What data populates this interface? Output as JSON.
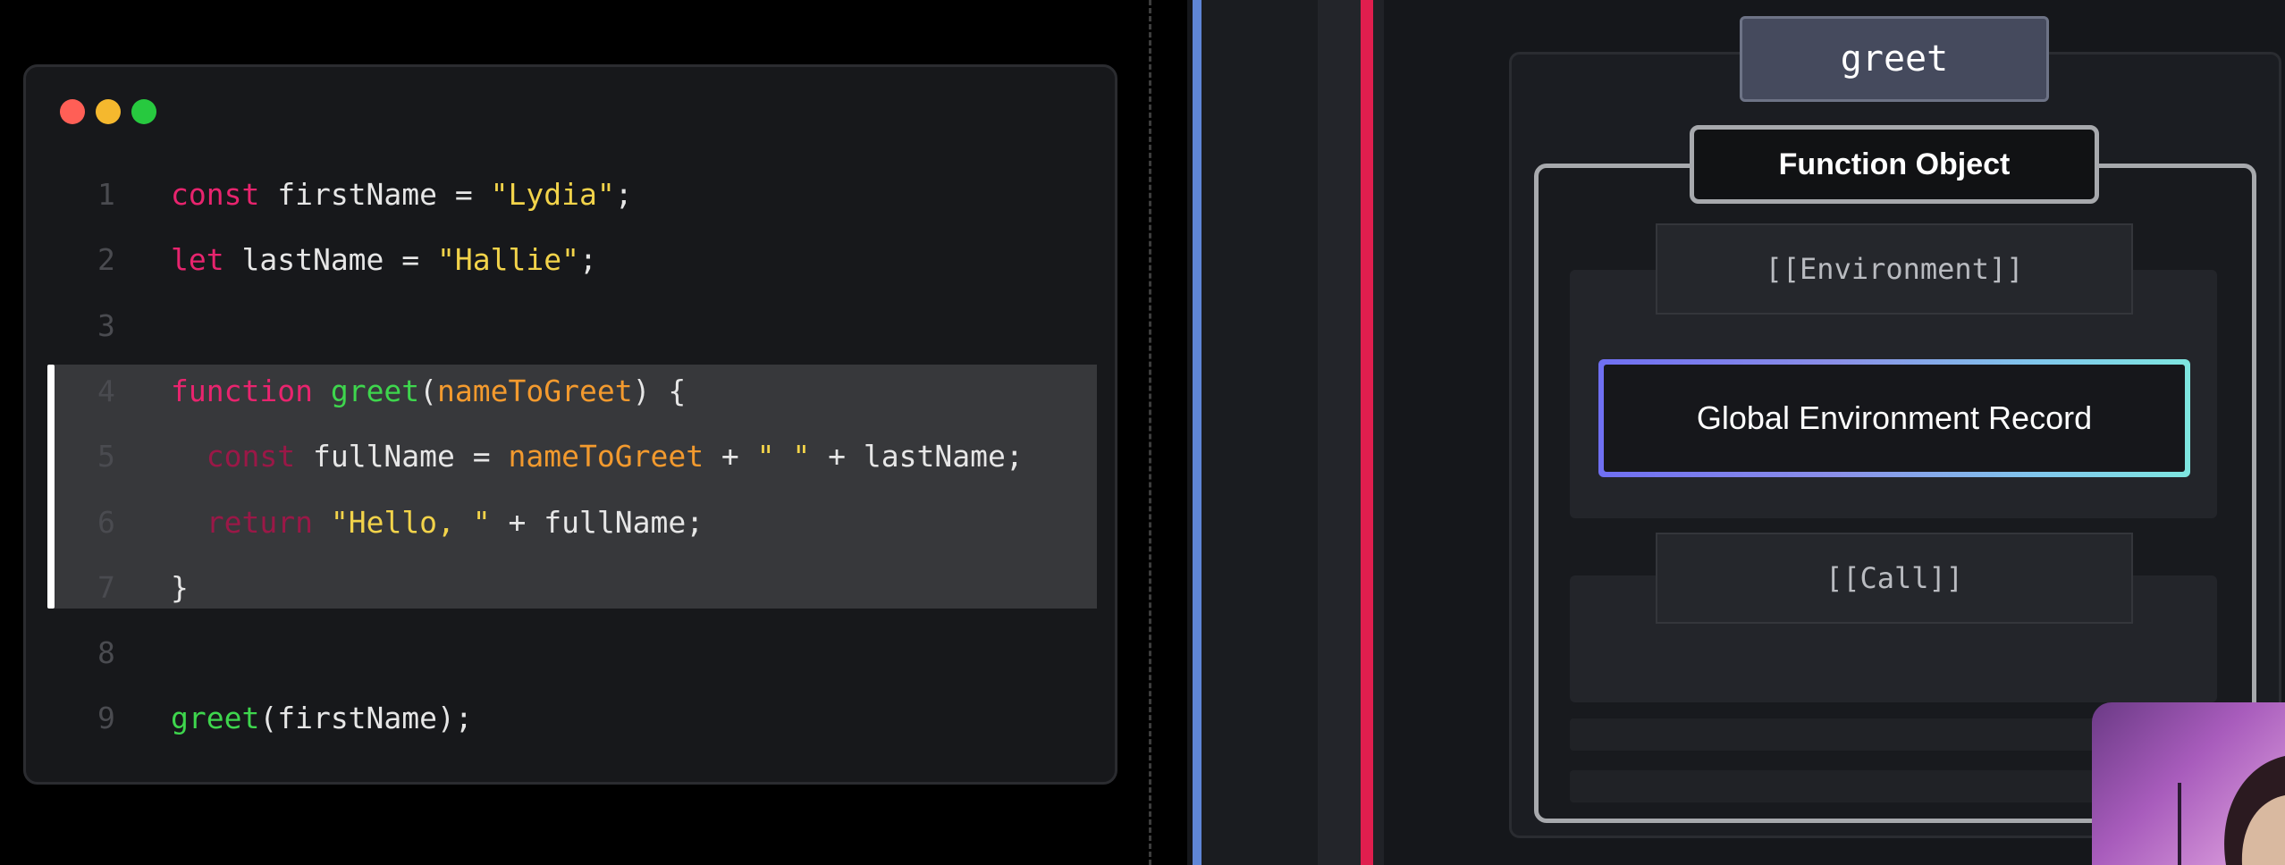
{
  "editor": {
    "lines": [
      {
        "n": "1",
        "t": [
          [
            "kw",
            "const"
          ],
          [
            "plain",
            " firstName = "
          ],
          [
            "st",
            "\"Lydia\""
          ],
          [
            "plain",
            ";"
          ]
        ]
      },
      {
        "n": "2",
        "t": [
          [
            "kw",
            "let"
          ],
          [
            "plain",
            " lastName = "
          ],
          [
            "st",
            "\"Hallie\""
          ],
          [
            "plain",
            ";"
          ]
        ]
      },
      {
        "n": "3",
        "t": []
      },
      {
        "n": "4",
        "t": [
          [
            "kw",
            "function"
          ],
          [
            "plain",
            " "
          ],
          [
            "fn",
            "greet"
          ],
          [
            "plain",
            "("
          ],
          [
            "pm",
            "nameToGreet"
          ],
          [
            "plain",
            ") {"
          ]
        ]
      },
      {
        "n": "5",
        "t": [
          [
            "plain",
            "  "
          ],
          [
            "ky2",
            "const"
          ],
          [
            "plain",
            " fullName = "
          ],
          [
            "pm",
            "nameToGreet"
          ],
          [
            "plain",
            " + "
          ],
          [
            "st",
            "\" \""
          ],
          [
            "plain",
            " + lastName;"
          ]
        ]
      },
      {
        "n": "6",
        "t": [
          [
            "plain",
            "  "
          ],
          [
            "ky2",
            "return"
          ],
          [
            "plain",
            " "
          ],
          [
            "st",
            "\"Hello, \""
          ],
          [
            "plain",
            " + fullName;"
          ]
        ]
      },
      {
        "n": "7",
        "t": [
          [
            "plain",
            "}"
          ]
        ]
      },
      {
        "n": "8",
        "t": []
      },
      {
        "n": "9",
        "t": [
          [
            "fn",
            "greet"
          ],
          [
            "plain",
            "(firstName);"
          ]
        ]
      }
    ],
    "window_dots": [
      "#ff5f56",
      "#f5b82e",
      "#27c93f"
    ]
  },
  "diagram": {
    "greet_label": "greet",
    "function_object_label": "Function Object",
    "environment_slot_label": "[[Environment]]",
    "environment_value_label": "Global Environment Record",
    "call_slot_label": "[[Call]]"
  },
  "colors": {
    "keyword": "#e8246e",
    "function_name": "#3ed64d",
    "parameter": "#f39a2e",
    "string": "#f2d34a"
  }
}
